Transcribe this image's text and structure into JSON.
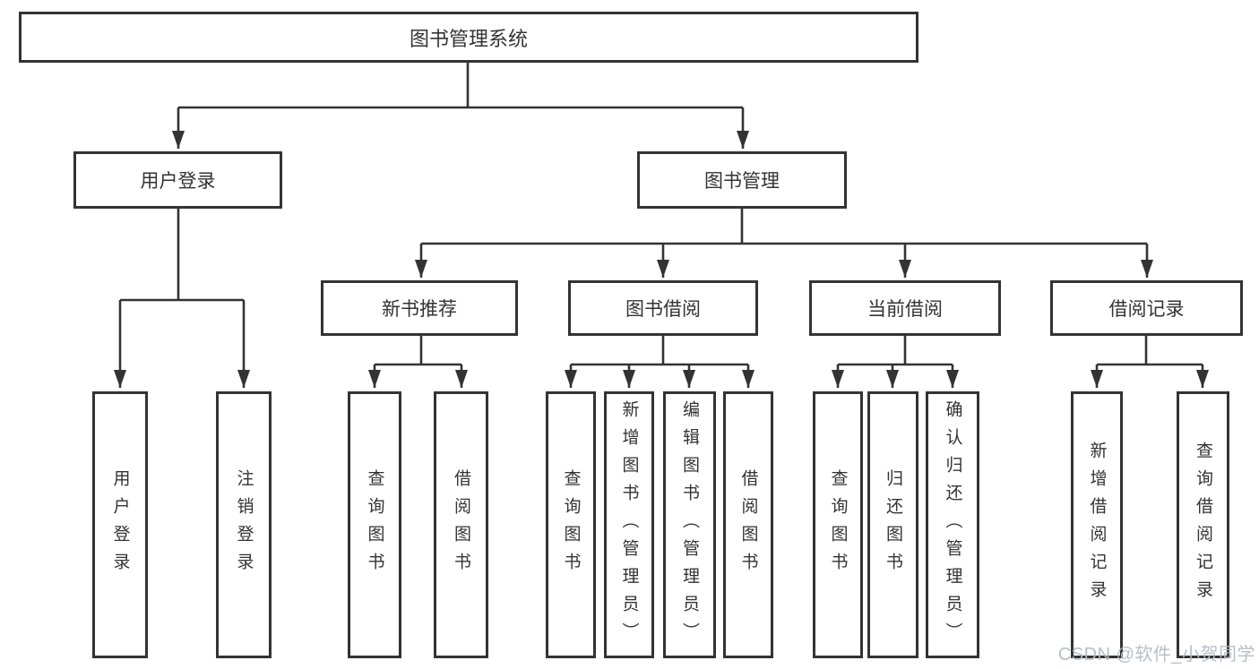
{
  "colors": {
    "line": "#333333",
    "text": "#333333",
    "background": "#ffffff",
    "watermark_gray": "#b5bbc2"
  },
  "diagram": {
    "root": {
      "label": "图书管理系统"
    },
    "branches": [
      {
        "label": "用户登录",
        "children": [
          {
            "label": "用户登录"
          },
          {
            "label": "注销登录"
          }
        ]
      },
      {
        "label": "图书管理",
        "children": [
          {
            "label": "新书推荐",
            "children": [
              {
                "label": "查询图书"
              },
              {
                "label": "借阅图书"
              }
            ]
          },
          {
            "label": "图书借阅",
            "children": [
              {
                "label": "查询图书"
              },
              {
                "label": "新增图书（管理员）"
              },
              {
                "label": "编辑图书（管理员）"
              },
              {
                "label": "借阅图书"
              }
            ]
          },
          {
            "label": "当前借阅",
            "children": [
              {
                "label": "查询图书"
              },
              {
                "label": "归还图书"
              },
              {
                "label": "确认归还（管理员）"
              }
            ]
          },
          {
            "label": "借阅记录",
            "children": [
              {
                "label": "新增借阅记录"
              },
              {
                "label": "查询借阅记录"
              }
            ]
          }
        ]
      }
    ]
  },
  "watermark": {
    "text": "CSDN @软件_小贺同学"
  }
}
